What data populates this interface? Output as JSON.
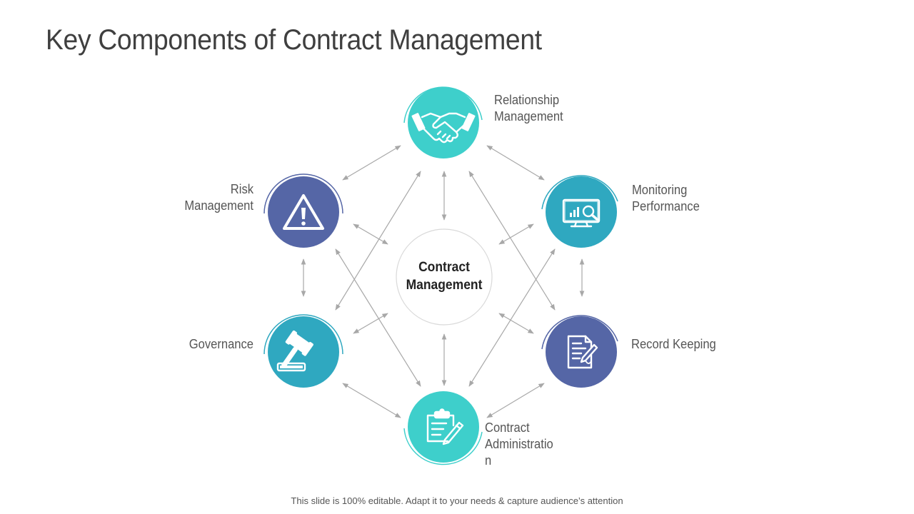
{
  "slide": {
    "title": "Key Components of Contract Management",
    "footer": "This slide is 100% editable. Adapt it to your needs & capture audience’s attention"
  },
  "center": {
    "line1": "Contract",
    "line2": "Management"
  },
  "nodes": {
    "relationship": {
      "line1": "Relationship",
      "line2": "Management",
      "icon": "handshake-icon",
      "color": "#3ecfcb"
    },
    "monitoring": {
      "line1": "Monitoring",
      "line2": "Performance",
      "icon": "monitor-chart-icon",
      "color": "#2fa8c0"
    },
    "record": {
      "line1": "Record Keeping",
      "icon": "document-pen-icon",
      "color": "#5566a6"
    },
    "administration": {
      "line1": "Contract",
      "line2": "Administratio",
      "line3": "n",
      "icon": "clipboard-pencil-icon",
      "color": "#3ecfcb"
    },
    "governance": {
      "line1": "Governance",
      "icon": "gavel-icon",
      "color": "#2fa8c0"
    },
    "risk": {
      "line1": "Risk",
      "line2": "Management",
      "icon": "warning-icon",
      "color": "#5566a6"
    }
  },
  "colors": {
    "teal": "#3ecfcb",
    "blue": "#2fa8c0",
    "indigo": "#5566a6",
    "arrow": "#a8a8a8"
  }
}
